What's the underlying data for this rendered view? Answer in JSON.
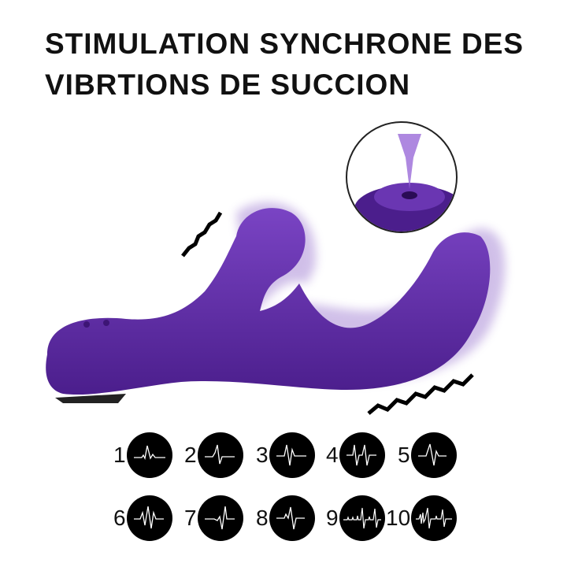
{
  "title": {
    "line1": "STIMULATION SYNCHRONE DES",
    "line2": "VIBRTIONS DE SUCCION"
  },
  "colors": {
    "product": "#5e2aa6",
    "text": "#111111",
    "icon_bg": "#000000"
  },
  "modes": [
    {
      "number": "1",
      "icon": "pulse-wave-icon"
    },
    {
      "number": "2",
      "icon": "pulse-wave-icon"
    },
    {
      "number": "3",
      "icon": "pulse-wave-icon"
    },
    {
      "number": "4",
      "icon": "pulse-wave-icon"
    },
    {
      "number": "5",
      "icon": "pulse-wave-icon"
    },
    {
      "number": "6",
      "icon": "pulse-wave-icon"
    },
    {
      "number": "7",
      "icon": "pulse-wave-icon"
    },
    {
      "number": "8",
      "icon": "pulse-wave-icon"
    },
    {
      "number": "9",
      "icon": "pulse-wave-icon"
    },
    {
      "number": "10",
      "icon": "pulse-wave-icon"
    }
  ]
}
